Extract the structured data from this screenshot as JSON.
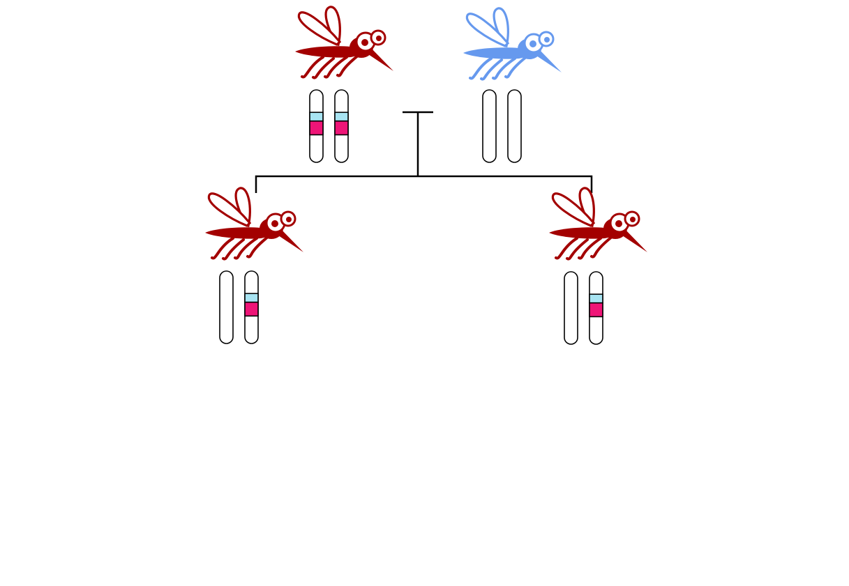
{
  "colors": {
    "transgenic_mosquito": "#a30000",
    "wildtype_mosquito": "#6699ee",
    "marker_cyan": "#a8e4f2",
    "marker_magenta": "#ee1577",
    "outline": "#000000",
    "background": "#ffffff"
  },
  "generations": {
    "parents": [
      {
        "role": "transgenic-parent",
        "color_key": "transgenic_mosquito",
        "chromosomes": [
          {
            "insert": true
          },
          {
            "insert": true
          }
        ]
      },
      {
        "role": "wildtype-parent",
        "color_key": "wildtype_mosquito",
        "chromosomes": [
          {
            "insert": false
          },
          {
            "insert": false
          }
        ]
      }
    ],
    "offspring": [
      {
        "role": "heterozygous-offspring",
        "color_key": "transgenic_mosquito",
        "chromosomes": [
          {
            "insert": false
          },
          {
            "insert": true
          }
        ]
      },
      {
        "role": "heterozygous-offspring",
        "color_key": "transgenic_mosquito",
        "chromosomes": [
          {
            "insert": false
          },
          {
            "insert": true
          }
        ]
      }
    ]
  }
}
